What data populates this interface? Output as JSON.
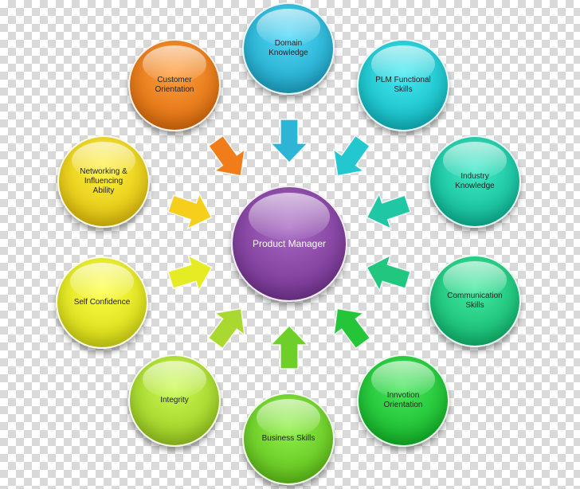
{
  "center": {
    "label": "Product Manager",
    "color": "#8a4aa6"
  },
  "nodes": [
    {
      "id": "domain-knowledge",
      "label": "Domain\nKnowledge",
      "color": "#2eb5d6"
    },
    {
      "id": "plm-functional-skills",
      "label": "PLM Functional\nSkills",
      "color": "#22c7cf"
    },
    {
      "id": "industry-knowledge",
      "label": "Industry\nKnowledge",
      "color": "#1fc7a5"
    },
    {
      "id": "communication-skills",
      "label": "Communication\nSkills",
      "color": "#22c77f"
    },
    {
      "id": "innvotion-orientation",
      "label": "Innvotion\nOrientation",
      "color": "#25c53a"
    },
    {
      "id": "business-skills",
      "label": "Business Skills",
      "color": "#6fcf2a"
    },
    {
      "id": "integrity",
      "label": "Integrity",
      "color": "#a9d931"
    },
    {
      "id": "self-confidence",
      "label": "Self Confidence",
      "color": "#e6ec24"
    },
    {
      "id": "networking-influencing-ability",
      "label": "Networking &\nInfluencing\nAbility",
      "color": "#f5cf1c"
    },
    {
      "id": "customer-orientation",
      "label": "Customer\nOrientation",
      "color": "#f07c1a"
    }
  ]
}
